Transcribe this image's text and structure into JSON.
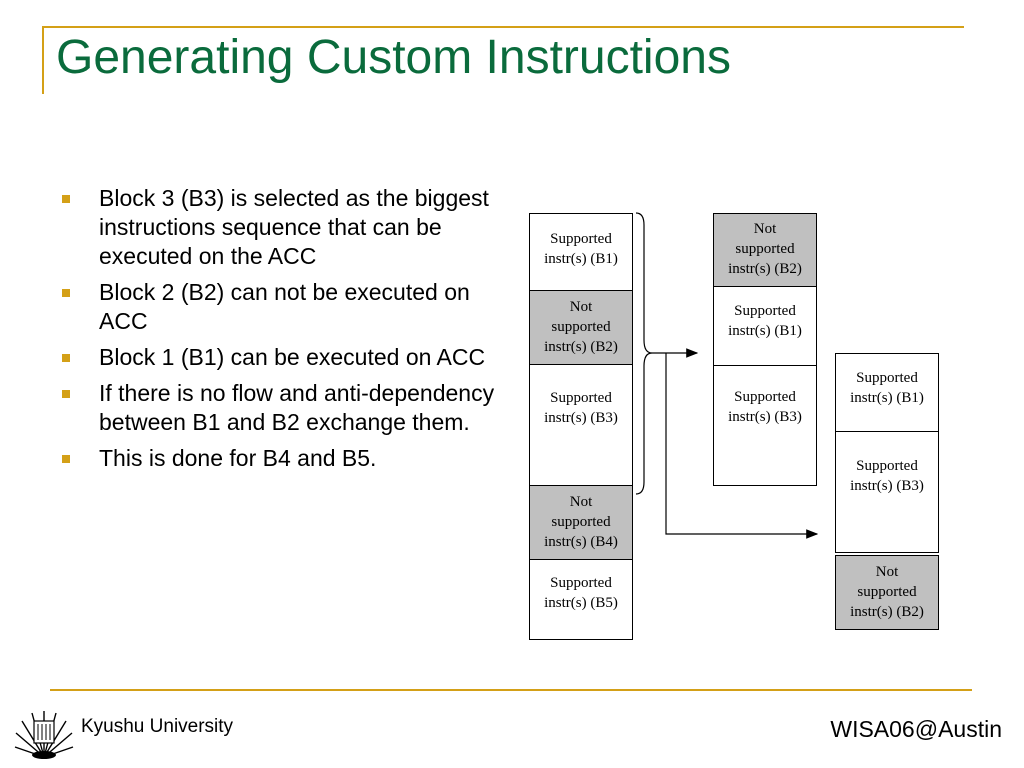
{
  "slide": {
    "title": "Generating Custom Instructions",
    "bullets": [
      "Block 3 (B3) is selected as the biggest instructions sequence that can be executed on the ACC",
      "Block 2 (B2) can not be executed on ACC",
      "Block 1 (B1) can be executed on ACC",
      "If there is no flow and anti-dependency between B1 and B2 exchange them.",
      "This is done for B4 and B5."
    ]
  },
  "diagram": {
    "column_left": [
      {
        "line1": "Supported",
        "line2": "instr(s) (B1)",
        "supported": true
      },
      {
        "line0": "Not",
        "line1": "supported",
        "line2": "instr(s) (B2)",
        "supported": false
      },
      {
        "line1": "Supported",
        "line2": "instr(s) (B3)",
        "supported": true
      },
      {
        "line0": "Not",
        "line1": "supported",
        "line2": "instr(s) (B4)",
        "supported": false
      },
      {
        "line1": "Supported",
        "line2": "instr(s) (B5)",
        "supported": true
      }
    ],
    "column_middle": [
      {
        "line0": "Not",
        "line1": "supported",
        "line2": "instr(s) (B2)",
        "supported": false
      },
      {
        "line1": "Supported",
        "line2": "instr(s) (B1)",
        "supported": true
      },
      {
        "line1": "Supported",
        "line2": "instr(s) (B3)",
        "supported": true
      }
    ],
    "column_right": [
      {
        "line1": "Supported",
        "line2": "instr(s) (B1)",
        "supported": true
      },
      {
        "line1": "Supported",
        "line2": "instr(s) (B3)",
        "supported": true
      },
      {
        "line0": "Not",
        "line1": "supported",
        "line2": "instr(s) (B2)",
        "supported": false
      }
    ]
  },
  "footer": {
    "university": "Kyushu University",
    "conference": "WISA06@Austin",
    "logo_icon": "kyushu-university-logo-icon"
  },
  "colors": {
    "title": "#0a6b3c",
    "accent_gold": "#d4a017",
    "unsupported_fill": "#c0c0c0"
  }
}
